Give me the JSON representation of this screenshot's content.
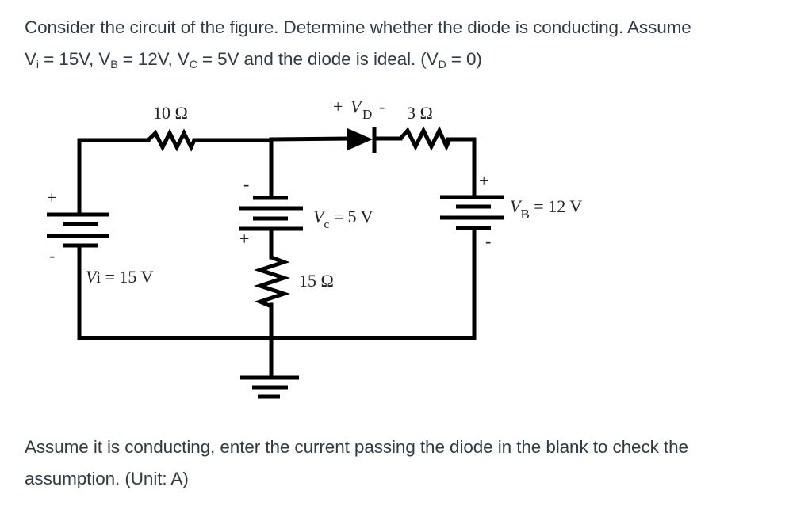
{
  "question": {
    "line1": "Consider the circuit of the figure. Determine whether the diode is conducting. Assume",
    "line2": {
      "vi_sym": "V",
      "vi_sub": "i",
      "vi_val": " = 15V, ",
      "vb_sym": "V",
      "vb_sub": "B",
      "vb_val": " = 12V, ",
      "vc_sym": "V",
      "vc_sub": "C",
      "vc_val": " = 5V and the diode is ideal. (",
      "vd_sym": "V",
      "vd_sub": "D",
      "vd_val": " = 0)"
    }
  },
  "circuit": {
    "r1_label": "10 Ω",
    "diode_label_plus": "+",
    "diode_label_v": "V",
    "diode_label_sub": "D",
    "diode_label_minus": "-",
    "r2_label": "3 Ω",
    "r3_label": "15 Ω",
    "vi": {
      "sym": "V",
      "sub": "i",
      "val": " = 15 V",
      "plus": "+",
      "minus": "-"
    },
    "vc": {
      "sym": "V",
      "sub": "c",
      "val": " = 5 V",
      "plus": "+",
      "minus": "-"
    },
    "vb": {
      "sym": "V",
      "sub": "B",
      "val": " = 12 V",
      "plus": "+",
      "minus": "-"
    }
  },
  "prompt": {
    "line1": "Assume it is conducting, enter the current passing the diode in the blank to check the",
    "line2": "assumption. (Unit: A)"
  }
}
